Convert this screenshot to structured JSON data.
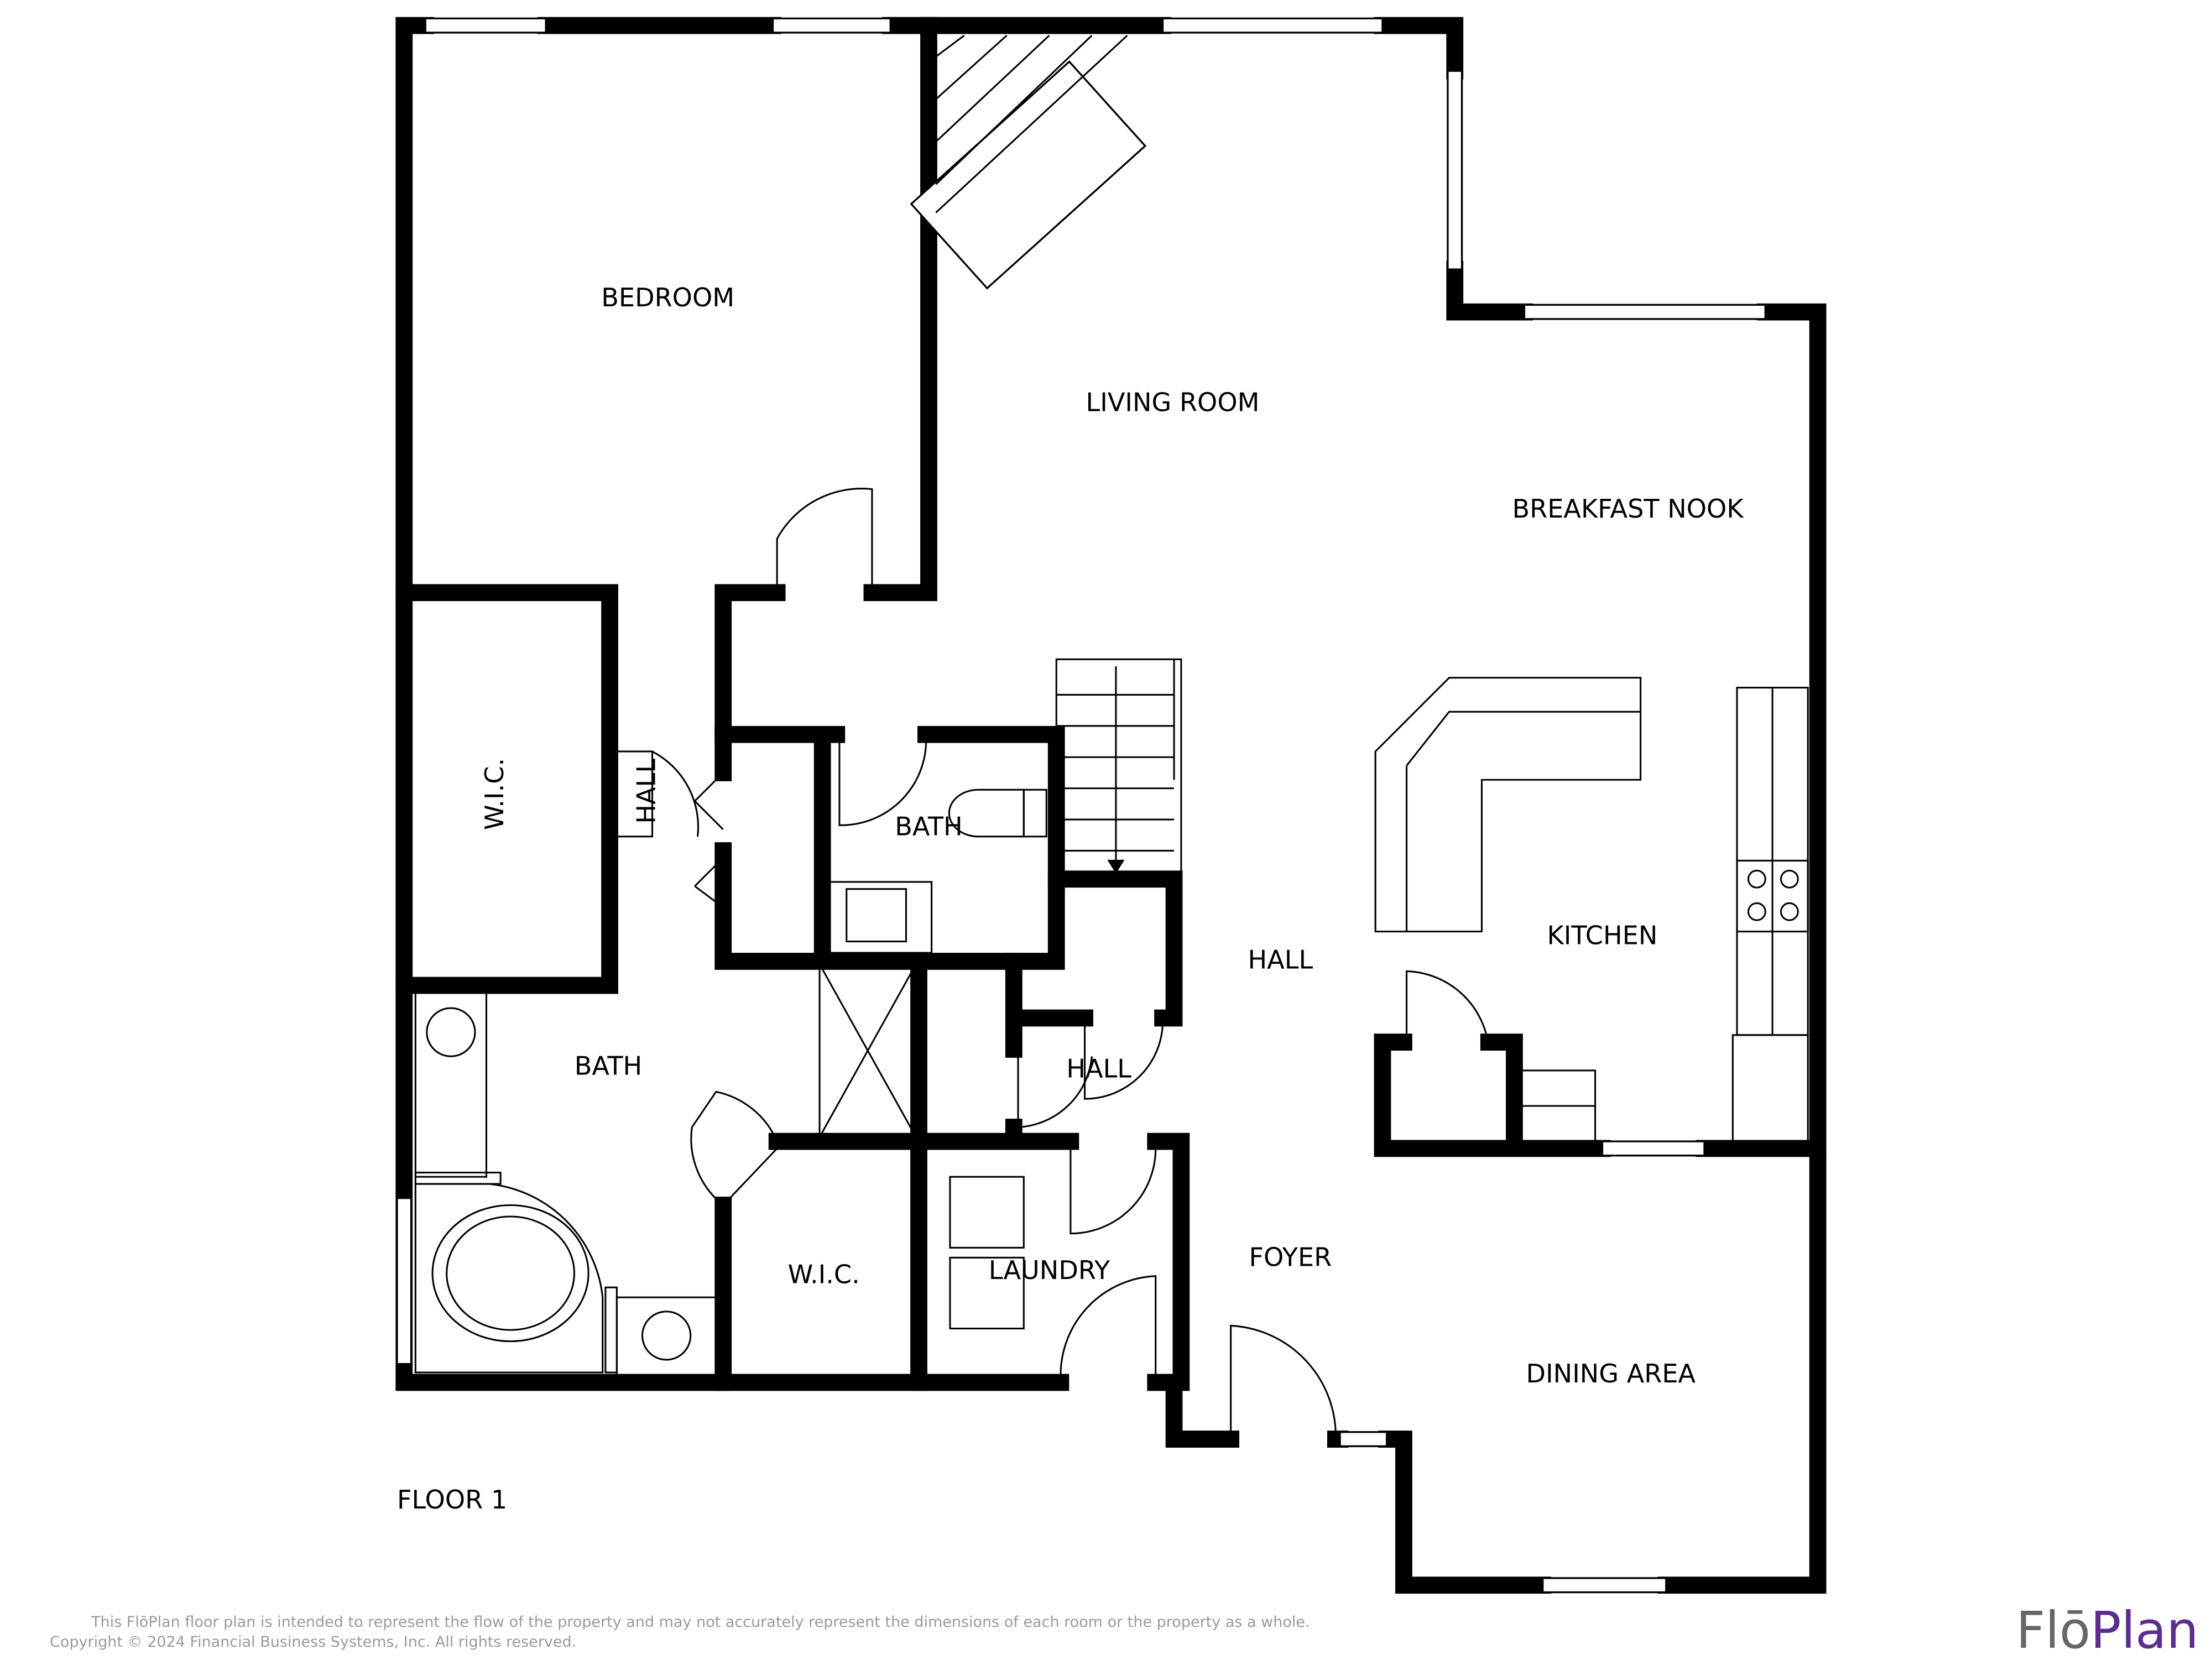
{
  "rooms": {
    "bedroom": "BEDROOM",
    "living_room": "LIVING ROOM",
    "breakfast_nook": "BREAKFAST NOOK",
    "wic_1": "W.I.C.",
    "hall_1": "HALL",
    "bath_1": "BATH",
    "hall_2": "HALL",
    "kitchen": "KITCHEN",
    "bath_2": "BATH",
    "hall_3": "HALL",
    "wic_2": "W.I.C.",
    "laundry": "LAUNDRY",
    "foyer": "FOYER",
    "dining_area": "DINING AREA"
  },
  "floor_label": "FLOOR 1",
  "footer": {
    "disclaimer": "This FlōPlan floor plan is intended to represent the flow of the property and may not accurately represent the dimensions of each room or the property as a whole.",
    "copyright": "Copyright © 2024 Financial Business Systems, Inc. All rights reserved."
  },
  "logo": {
    "part1": "Flō",
    "part2": "Plan",
    "color1": "#666666",
    "color2": "#5b2d8e"
  }
}
